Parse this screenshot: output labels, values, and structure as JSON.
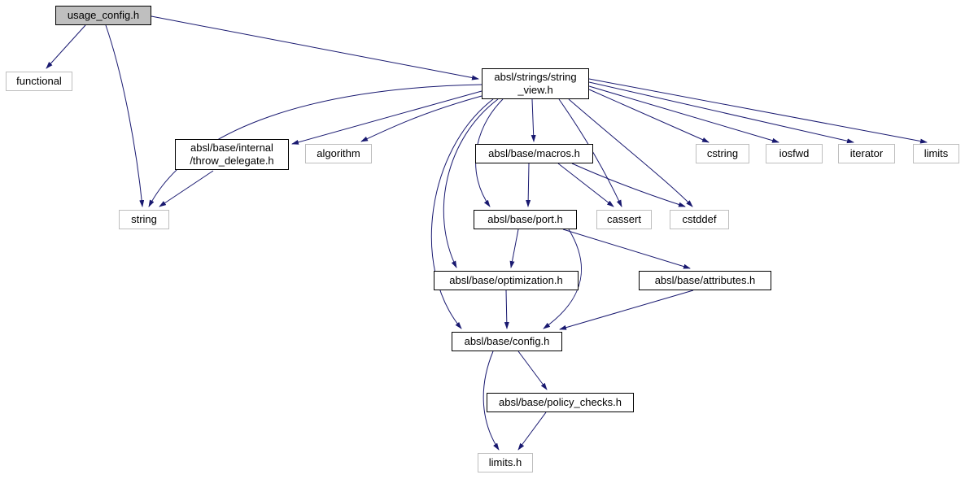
{
  "diagram": {
    "type": "include-dependency-graph",
    "colors": {
      "arrow": "#191970",
      "root_fill": "#bfbfbf",
      "internal_border": "#000000",
      "system_border": "#bebebe",
      "background": "#ffffff",
      "text": "#000000"
    },
    "nodes": [
      {
        "id": "usage_config",
        "label": "usage_config.h",
        "type": "root"
      },
      {
        "id": "functional",
        "label": "functional",
        "type": "system"
      },
      {
        "id": "string_view",
        "label": "absl/strings/string\n_view.h",
        "type": "internal"
      },
      {
        "id": "throw_delegate",
        "label": "absl/base/internal\n/throw_delegate.h",
        "type": "internal"
      },
      {
        "id": "algorithm",
        "label": "algorithm",
        "type": "system"
      },
      {
        "id": "macros",
        "label": "absl/base/macros.h",
        "type": "internal"
      },
      {
        "id": "cstring",
        "label": "cstring",
        "type": "system"
      },
      {
        "id": "iosfwd",
        "label": "iosfwd",
        "type": "system"
      },
      {
        "id": "iterator",
        "label": "iterator",
        "type": "system"
      },
      {
        "id": "limits",
        "label": "limits",
        "type": "system"
      },
      {
        "id": "string",
        "label": "string",
        "type": "system"
      },
      {
        "id": "port",
        "label": "absl/base/port.h",
        "type": "internal"
      },
      {
        "id": "cassert",
        "label": "cassert",
        "type": "system"
      },
      {
        "id": "cstddef",
        "label": "cstddef",
        "type": "system"
      },
      {
        "id": "optimization",
        "label": "absl/base/optimization.h",
        "type": "internal"
      },
      {
        "id": "attributes",
        "label": "absl/base/attributes.h",
        "type": "internal"
      },
      {
        "id": "config",
        "label": "absl/base/config.h",
        "type": "internal"
      },
      {
        "id": "policy_checks",
        "label": "absl/base/policy_checks.h",
        "type": "internal"
      },
      {
        "id": "limits_h",
        "label": "limits.h",
        "type": "system"
      }
    ],
    "edges": [
      {
        "from": "usage_config",
        "to": "functional"
      },
      {
        "from": "usage_config",
        "to": "string_view"
      },
      {
        "from": "usage_config",
        "to": "string"
      },
      {
        "from": "string_view",
        "to": "throw_delegate"
      },
      {
        "from": "string_view",
        "to": "algorithm"
      },
      {
        "from": "string_view",
        "to": "string"
      },
      {
        "from": "string_view",
        "to": "macros"
      },
      {
        "from": "string_view",
        "to": "cstring"
      },
      {
        "from": "string_view",
        "to": "iosfwd"
      },
      {
        "from": "string_view",
        "to": "iterator"
      },
      {
        "from": "string_view",
        "to": "limits"
      },
      {
        "from": "string_view",
        "to": "cassert"
      },
      {
        "from": "string_view",
        "to": "cstddef"
      },
      {
        "from": "string_view",
        "to": "port"
      },
      {
        "from": "string_view",
        "to": "optimization"
      },
      {
        "from": "string_view",
        "to": "config"
      },
      {
        "from": "throw_delegate",
        "to": "string"
      },
      {
        "from": "macros",
        "to": "port"
      },
      {
        "from": "macros",
        "to": "cassert"
      },
      {
        "from": "macros",
        "to": "cstddef"
      },
      {
        "from": "port",
        "to": "optimization"
      },
      {
        "from": "port",
        "to": "attributes"
      },
      {
        "from": "port",
        "to": "config"
      },
      {
        "from": "optimization",
        "to": "config"
      },
      {
        "from": "attributes",
        "to": "config"
      },
      {
        "from": "config",
        "to": "policy_checks"
      },
      {
        "from": "config",
        "to": "limits_h"
      },
      {
        "from": "policy_checks",
        "to": "limits_h"
      }
    ]
  }
}
